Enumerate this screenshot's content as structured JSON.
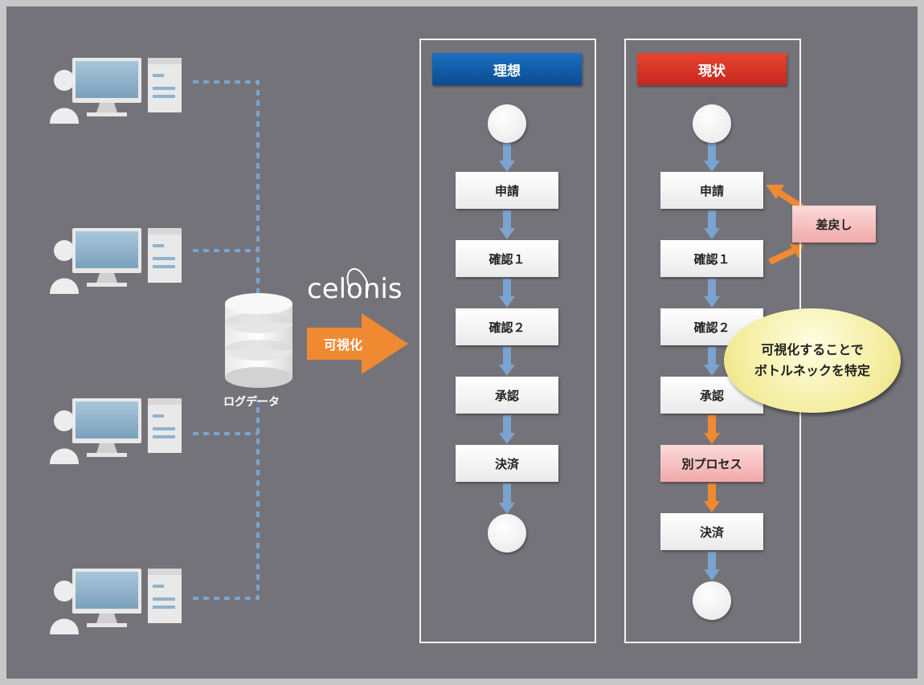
{
  "logo": "celonis",
  "database_label": "ログデータ",
  "visualize_arrow_label": "可視化",
  "ideal": {
    "title": "理想",
    "steps": [
      "申請",
      "確認１",
      "確認２",
      "承認",
      "決済"
    ]
  },
  "current": {
    "title": "現状",
    "steps": [
      "申請",
      "確認１",
      "確認２",
      "承認",
      "別プロセス",
      "決済"
    ],
    "rework_label": "差戻し"
  },
  "callout": {
    "line1": "可視化することで",
    "line2": "ボトルネックを特定"
  },
  "colors": {
    "background": "#747379",
    "ideal_header": "#0b57a5",
    "current_header": "#d9362a",
    "flow_arrow_blue": "#7aa3cf",
    "flow_arrow_orange": "#ef8a32",
    "dotted_line": "#7aa3cf",
    "highlight_box": "#f4b0b0",
    "callout": "#f3ec9a"
  }
}
